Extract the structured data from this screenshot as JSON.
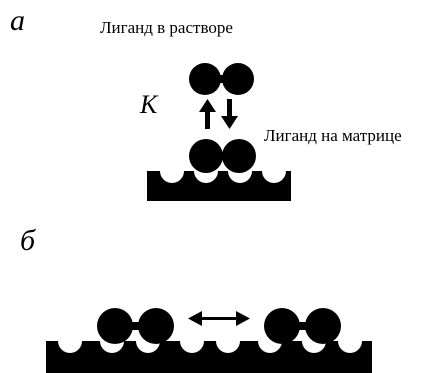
{
  "panel_a": {
    "letter": "а",
    "ligand_in_solution_label": "Лиганд в растворе",
    "constant_label": "K",
    "ligand_on_matrix_label": "Лиганд на матрице"
  },
  "panel_b": {
    "letter": "б"
  },
  "colors": {
    "ink": "#000000",
    "background": "#ffffff"
  }
}
